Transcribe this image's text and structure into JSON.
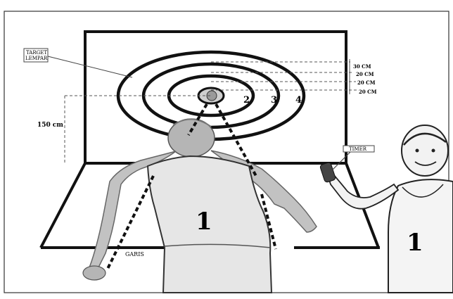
{
  "labels": {
    "target_label_line1": "TARGET",
    "target_label_line2": "LEMPAR",
    "height_label": "150 cm",
    "baseline_label": "GARIS",
    "timer_label": "TIMER"
  },
  "ring_distances": [
    "30 CM",
    "20 CM",
    "20 CM",
    "20 CM"
  ],
  "ring_numbers": [
    "2",
    "3",
    "4"
  ],
  "jersey_numbers": [
    "1",
    "1"
  ],
  "colors": {
    "line": "#111111",
    "skin": "#b8b8b8",
    "jersey": "#e6e6e6",
    "background": "#ffffff"
  }
}
